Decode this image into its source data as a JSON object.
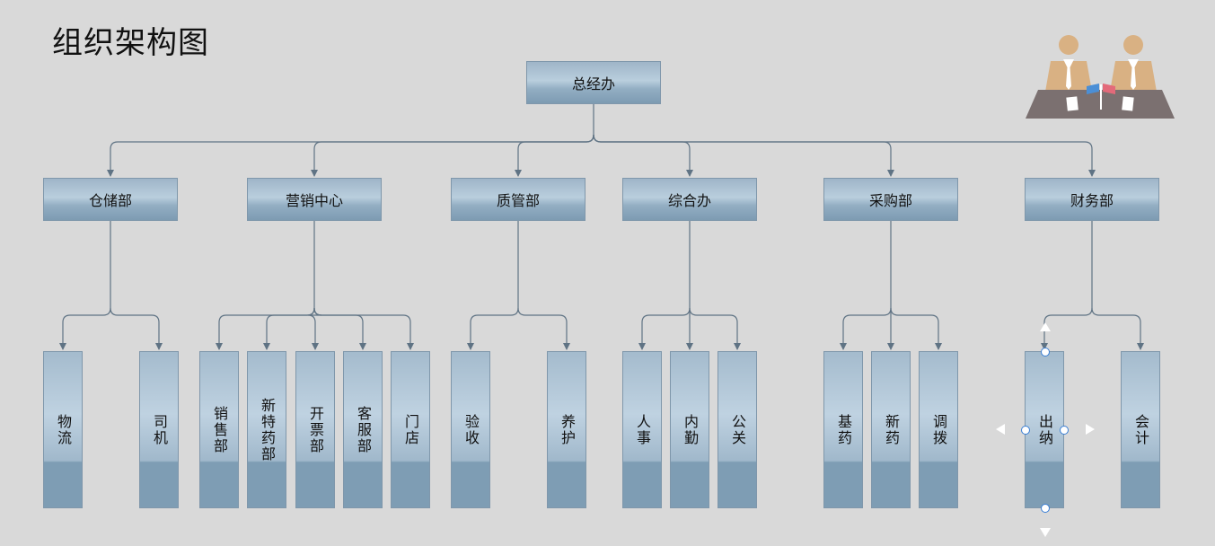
{
  "title": "组织架构图",
  "top": "总经办",
  "departments": [
    {
      "name": "仓储部",
      "children": [
        "物流",
        "司机"
      ]
    },
    {
      "name": "营销中心",
      "children": [
        "销售部",
        "新特药部",
        "开票部",
        "客服部",
        "门店"
      ]
    },
    {
      "name": "质管部",
      "children": [
        "验收",
        "养护"
      ]
    },
    {
      "name": "综合办",
      "children": [
        "人事",
        "内勤",
        "公关"
      ]
    },
    {
      "name": "采购部",
      "children": [
        "基药",
        "新药",
        "调拨"
      ]
    },
    {
      "name": "财务部",
      "children": [
        "出纳",
        "会计"
      ]
    }
  ],
  "colors": {
    "line": "#5f7384",
    "box_border": "#7f97ab",
    "selection": "#3a7fd5"
  },
  "icons": {
    "logo": "meeting-people-icon"
  }
}
